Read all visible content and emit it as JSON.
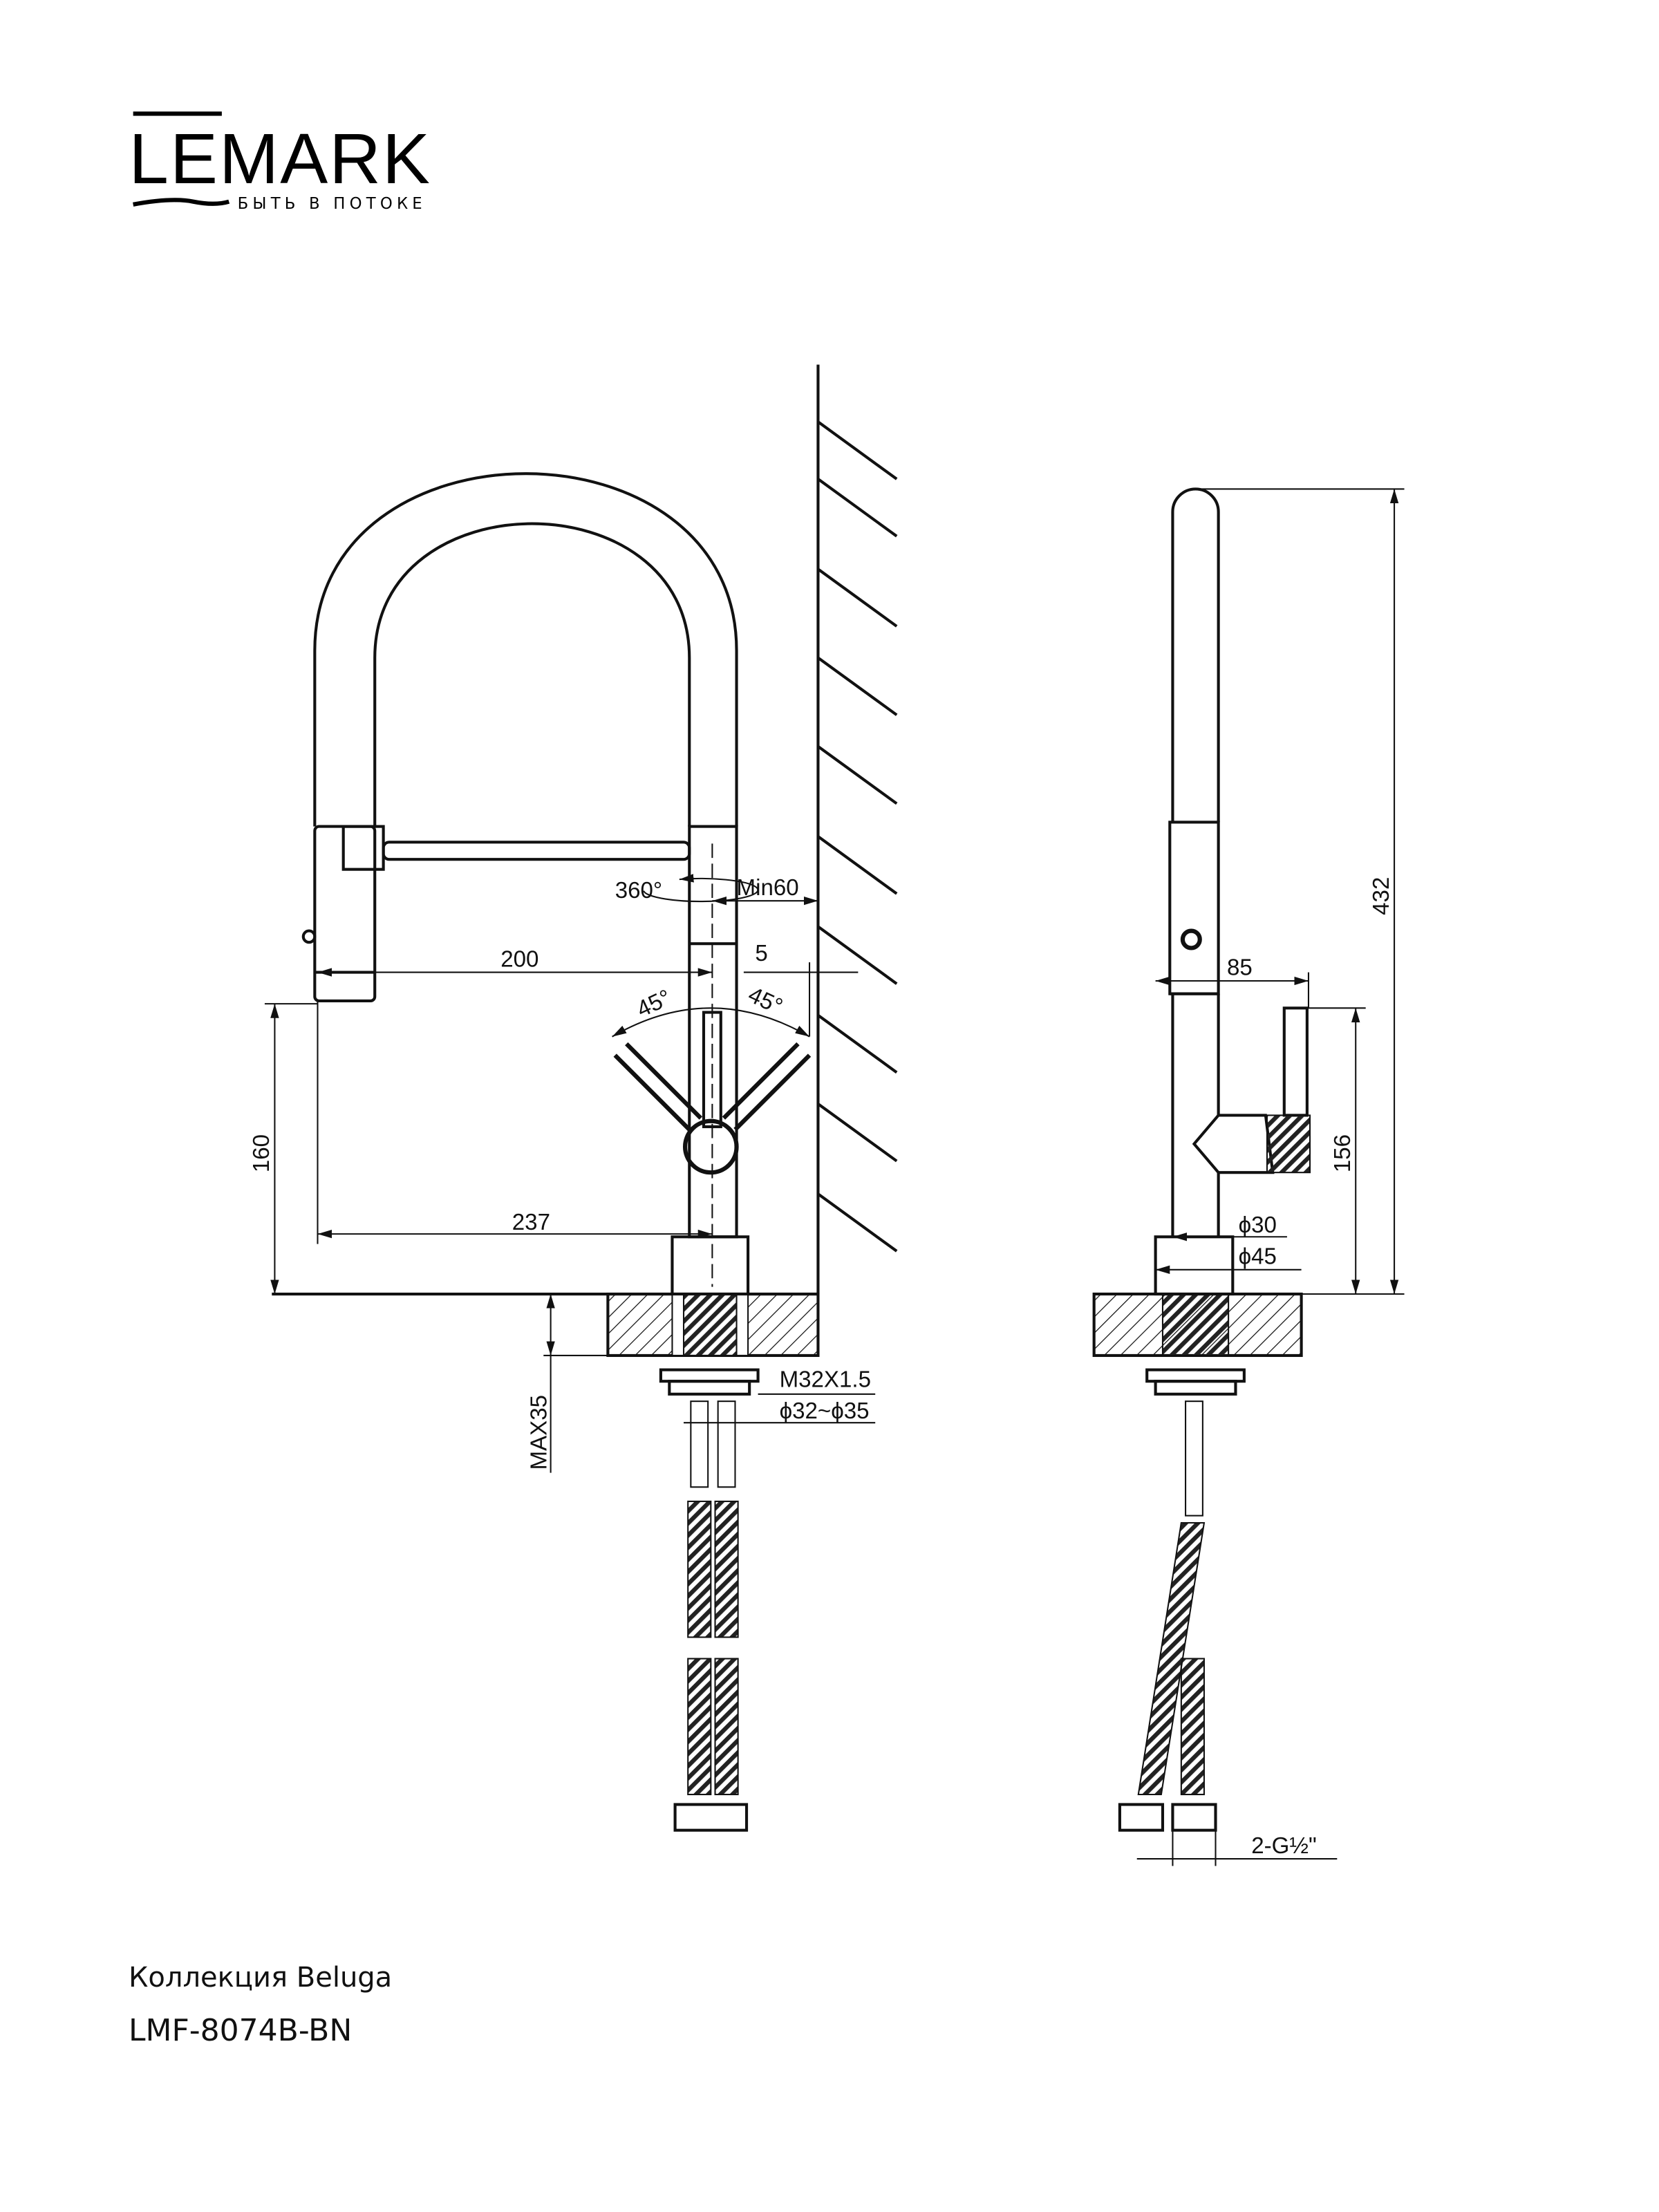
{
  "logo": {
    "brand": "LEMARK",
    "tagline": "БЫТЬ В ПОТОКЕ"
  },
  "dimensions": {
    "rotation": "360°",
    "min_wall": "Min60",
    "offset": "5",
    "reach_spray": "200",
    "reach_body": "237",
    "height_spray": "160",
    "angle_left": "45°",
    "angle_right": "45°",
    "max_thickness": "MAX35",
    "thread": "M32X1.5",
    "hole": "ϕ32~ϕ35",
    "side_depth": "85",
    "total_height": "432",
    "handle_height": "156",
    "diam_body": "ϕ30",
    "diam_base": "ϕ45",
    "connection": "2-G½\""
  },
  "caption": {
    "collection": "Коллекция Beluga",
    "model": "LMF-8074B-BN"
  }
}
